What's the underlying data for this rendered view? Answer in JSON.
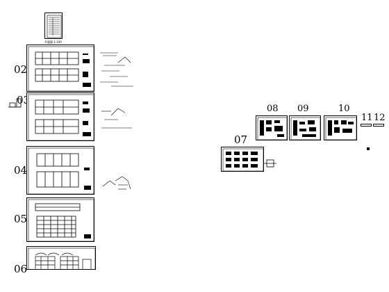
{
  "drawing_set": {
    "cover_caption": "平面图 1:100",
    "sheets": [
      {
        "id": "02",
        "label": "02"
      },
      {
        "id": "03",
        "label": "03"
      },
      {
        "id": "04",
        "label": "04"
      },
      {
        "id": "05",
        "label": "05"
      },
      {
        "id": "06",
        "label": "06"
      },
      {
        "id": "07",
        "label": "07"
      },
      {
        "id": "08",
        "label": "08"
      },
      {
        "id": "09",
        "label": "09"
      },
      {
        "id": "10",
        "label": "10"
      },
      {
        "id": "11",
        "label": "11"
      },
      {
        "id": "12",
        "label": "12"
      }
    ]
  },
  "colors": {
    "line": "#000000",
    "paper": "#ffffff"
  }
}
